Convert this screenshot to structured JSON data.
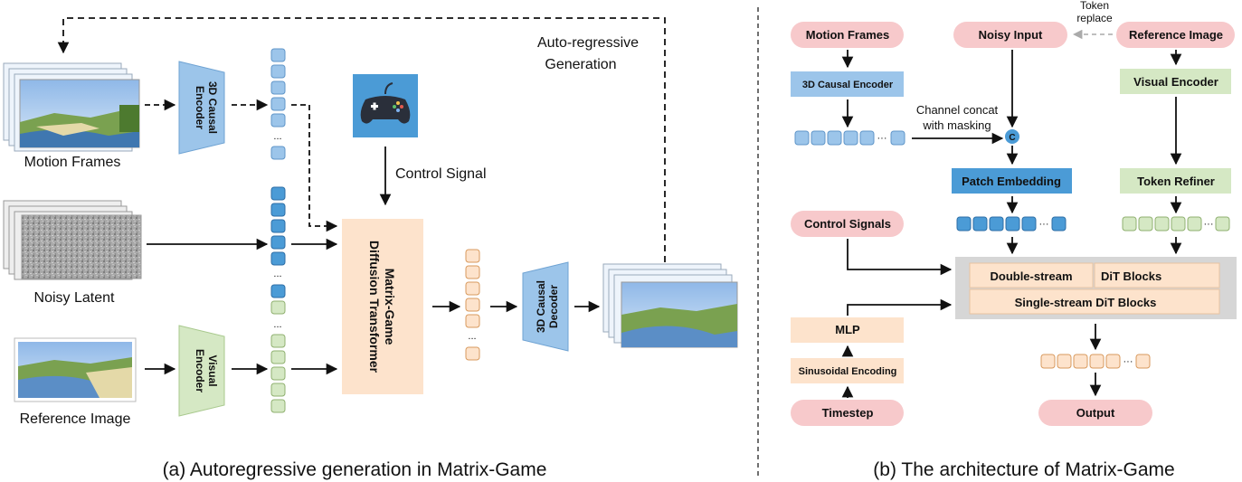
{
  "left": {
    "motion_frames": "Motion Frames",
    "noisy_latent": "Noisy Latent",
    "reference_image": "Reference Image",
    "encoder_3d": [
      "3D Causal",
      "Encoder"
    ],
    "visual_encoder": [
      "Visual",
      "Encoder"
    ],
    "dit": [
      "Matrix-Game",
      "Diffusion Transformer"
    ],
    "decoder_3d": [
      "3D Causal",
      "Decoder"
    ],
    "control_signal": "Control Signal",
    "autoregressive": [
      "Auto-regressive",
      "Generation"
    ],
    "ellipsis": "...",
    "caption": "(a) Autoregressive generation in Matrix-Game"
  },
  "right": {
    "motion_frames": "Motion Frames",
    "noisy_input": "Noisy Input",
    "reference_image": "Reference Image",
    "token_replace": [
      "Token",
      "replace"
    ],
    "encoder_3d": "3D Causal Encoder",
    "visual_encoder": "Visual Encoder",
    "channel_concat": [
      "Channel concat",
      "with masking"
    ],
    "concat_symbol": "C",
    "patch_embedding": "Patch Embedding",
    "token_refiner": "Token Refiner",
    "control_signals": "Control Signals",
    "double_stream": "Double-stream",
    "dit_blocks": "DiT Blocks",
    "single_stream": "Single-stream DiT Blocks",
    "mlp": "MLP",
    "sinusoidal": "Sinusoidal Encoding",
    "timestep": "Timestep",
    "output": "Output",
    "ellipsis": "···",
    "caption": "(b) The architecture of Matrix-Game"
  },
  "colors": {
    "blue": "#9cc5ea",
    "blue_dark": "#4b9bd6",
    "green": "#d5e8c4",
    "peach": "#fde3cc",
    "pink": "#f7c9cb",
    "gray": "#d6d6d6"
  }
}
